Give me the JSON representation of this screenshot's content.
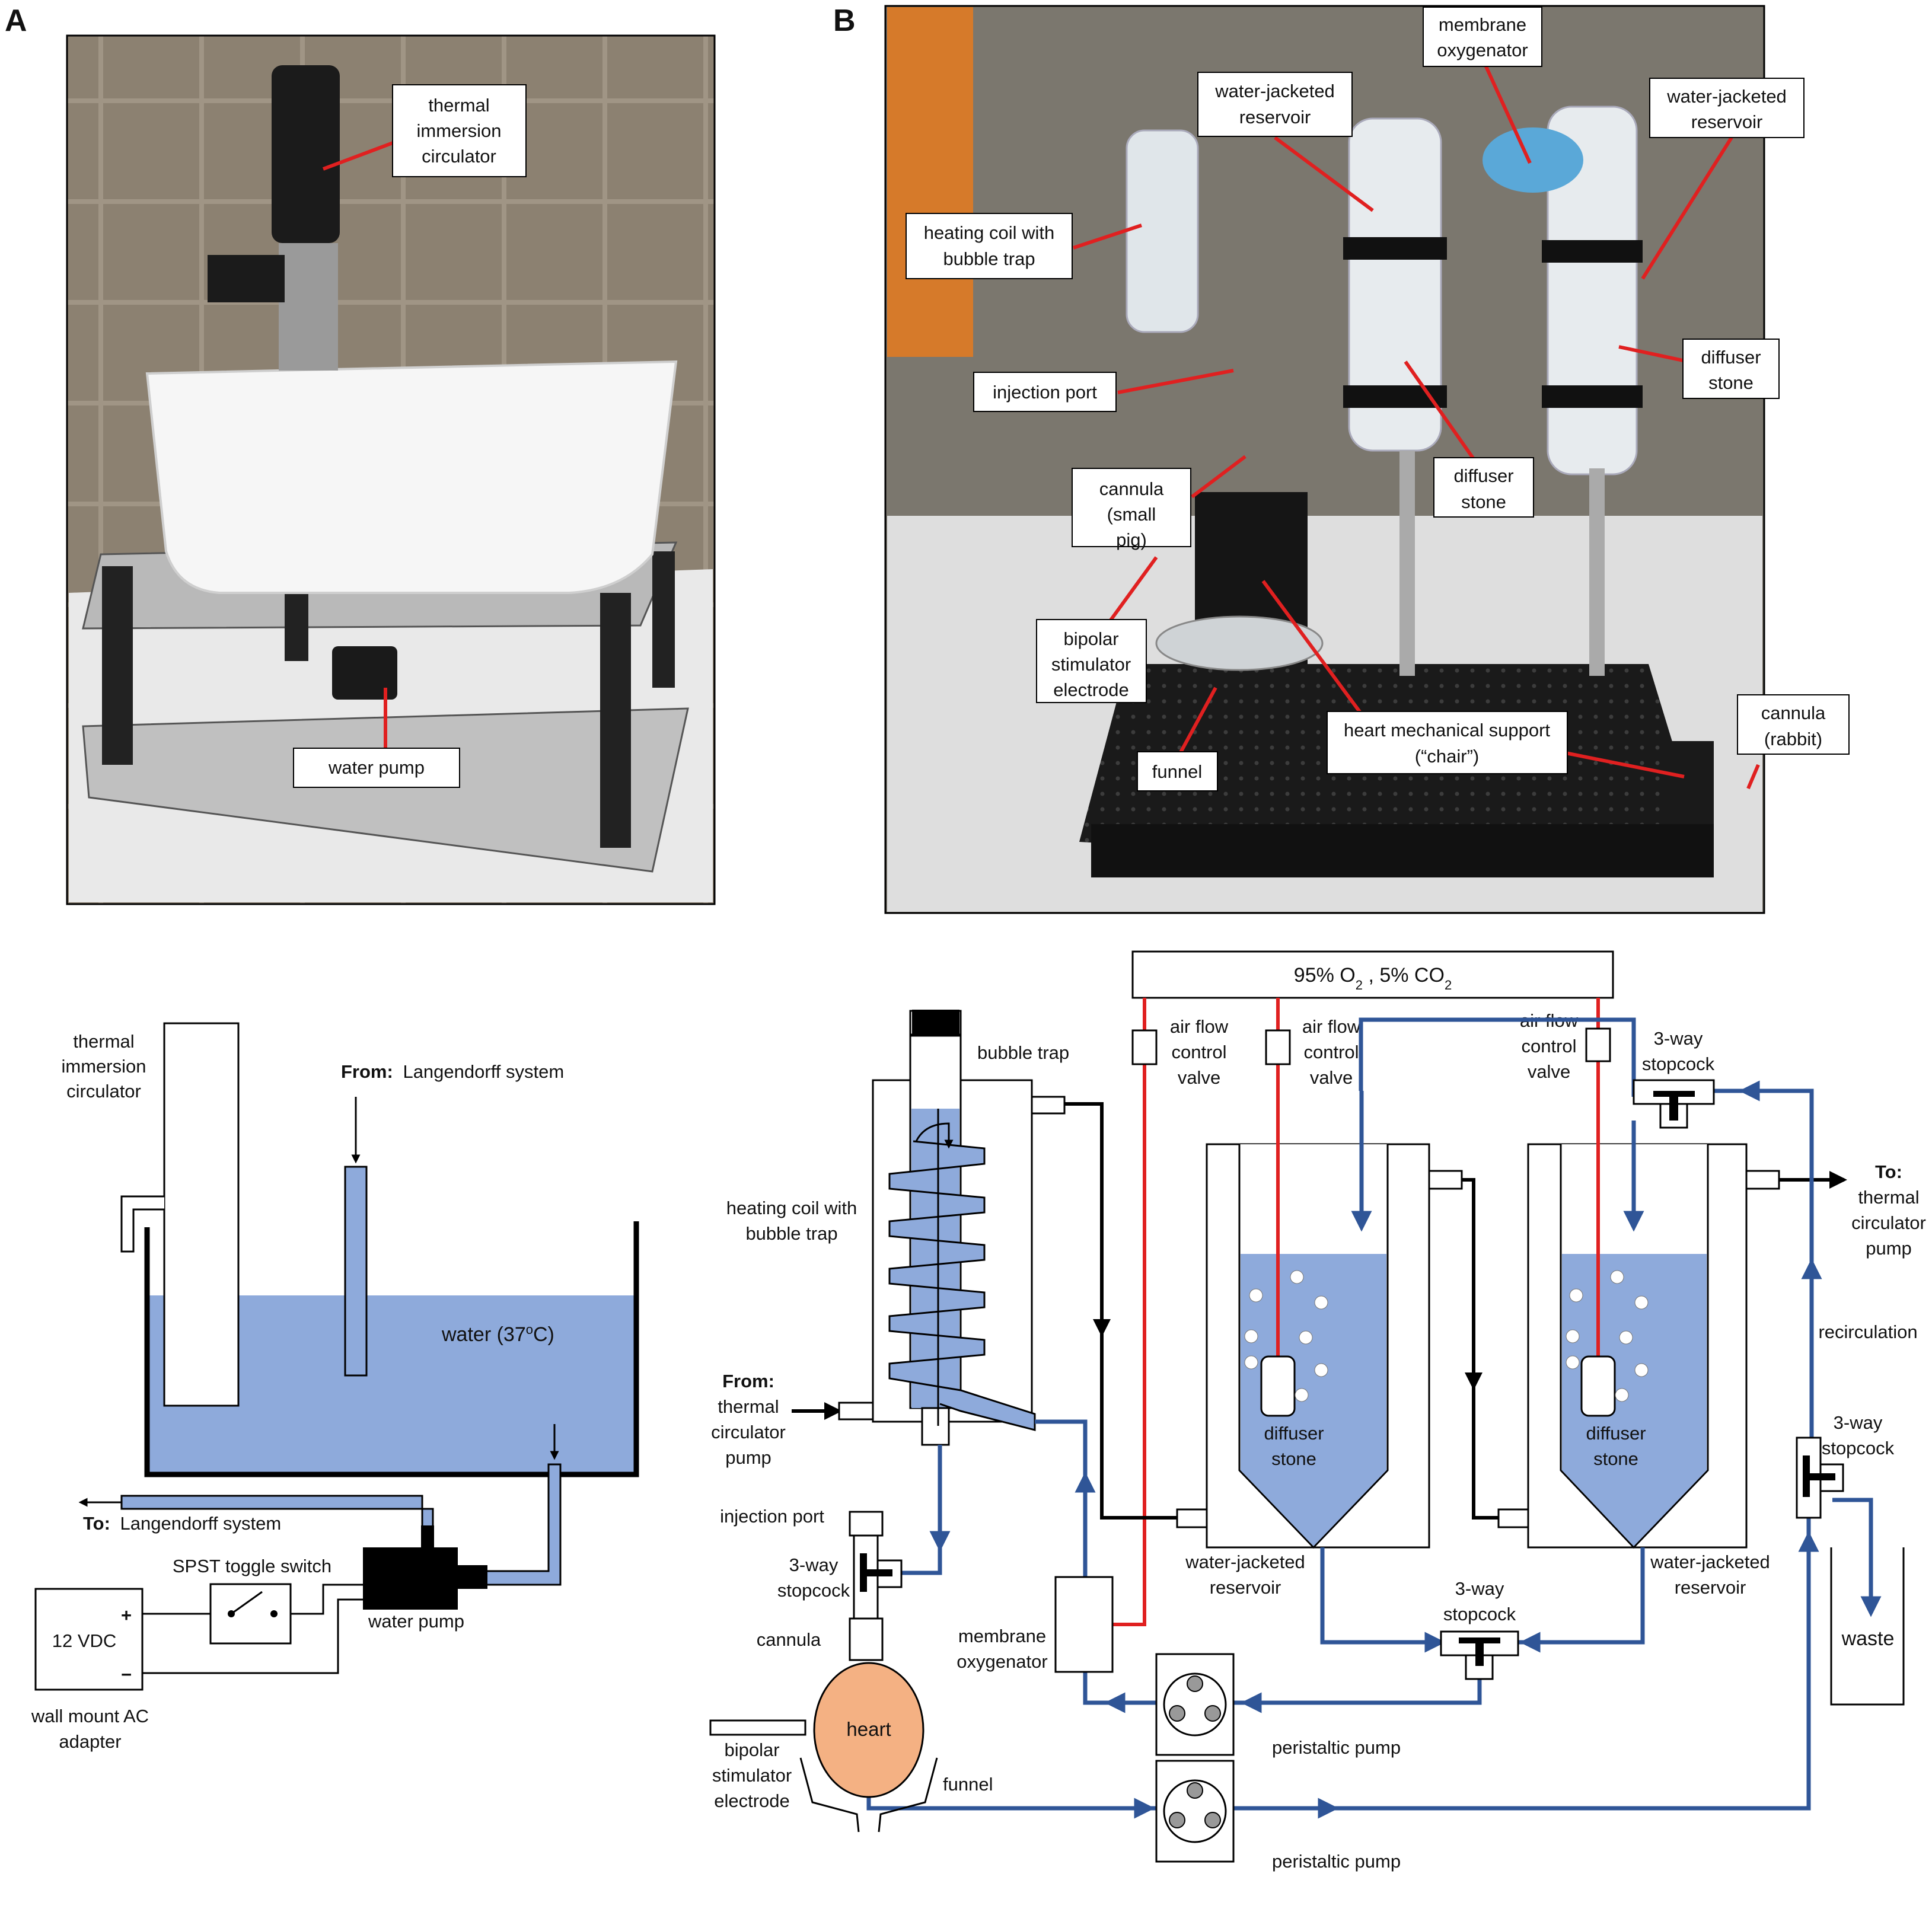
{
  "panel_a": {
    "letter": "A",
    "labels": {
      "thermal_immersion_circulator": [
        "thermal",
        "immersion",
        "circulator"
      ],
      "water_pump": "water pump"
    }
  },
  "panel_b": {
    "letter": "B",
    "labels": {
      "membrane_oxygenator": [
        "membrane",
        "oxygenator"
      ],
      "reservoir_left": [
        "water-jacketed",
        "reservoir"
      ],
      "reservoir_right": [
        "water-jacketed",
        "reservoir"
      ],
      "heating_coil": [
        "heating coil with",
        "bubble trap"
      ],
      "injection_port": "injection port",
      "cannula_small_pig": [
        "cannula",
        "(small",
        "pig)"
      ],
      "diffuser_stone_mid": [
        "diffuser",
        "stone"
      ],
      "diffuser_stone_right": [
        "diffuser",
        "stone"
      ],
      "bipolar_electrode": [
        "bipolar",
        "stimulator",
        "electrode"
      ],
      "funnel": "funnel",
      "heart_support": [
        "heart mechanical support",
        "(“chair”)"
      ],
      "cannula_rabbit": [
        "cannula",
        "(rabbit)"
      ]
    }
  },
  "schematic_c": {
    "thermal_immersion_circulator": [
      "thermal",
      "immersion",
      "circulator"
    ],
    "from_prefix": "From:",
    "from_langendorff": "Langendorff system",
    "water_label": "water (37",
    "water_sup": "o",
    "water_suffix": "C)",
    "to_prefix": "To:",
    "to_langendorff": "Langendorff system",
    "spst": "SPST toggle switch",
    "vdc": "12 VDC",
    "plus": "+",
    "minus": "−",
    "adapter": [
      "wall mount AC",
      "adapter"
    ],
    "water_pump": "water pump"
  },
  "schematic_d": {
    "gas_pre": "95% O",
    "gas_sub1": "2",
    "gas_mid": " , 5% CO",
    "gas_sub2": "2",
    "bubble_trap": "bubble trap",
    "heating_coil": [
      "heating coil with",
      "bubble trap"
    ],
    "from_thermal": [
      "From:",
      "thermal",
      "circulator",
      "pump"
    ],
    "injection_port": "injection port",
    "stopcock_3way_left": [
      "3-way",
      "stopcock"
    ],
    "cannula": "cannula",
    "heart": "heart",
    "bipolar": [
      "bipolar",
      "stimulator",
      "electrode"
    ],
    "funnel": "funnel",
    "air_flow_1": [
      "air flow",
      "control",
      "valve"
    ],
    "air_flow_2": [
      "air flow",
      "control",
      "valve"
    ],
    "air_flow_3": [
      "air flow",
      "control",
      "valve"
    ],
    "stopcock_top": [
      "3-way",
      "stopcock"
    ],
    "to_thermal": [
      "To:",
      "thermal",
      "circulator",
      "pump"
    ],
    "recirculation": "recirculation",
    "stopcock_right": [
      "3-way",
      "stopcock"
    ],
    "waste": "waste",
    "diffuser_1": [
      "diffuser",
      "stone"
    ],
    "diffuser_2": [
      "diffuser",
      "stone"
    ],
    "reservoir_1": [
      "water-jacketed",
      "reservoir"
    ],
    "reservoir_2": [
      "water-jacketed",
      "reservoir"
    ],
    "stopcock_bottom": [
      "3-way",
      "stopcock"
    ],
    "membrane_oxygenator": [
      "membrane",
      "oxygenator"
    ],
    "peristaltic_pump_1": "peristaltic pump",
    "peristaltic_pump_2": "peristaltic pump"
  },
  "colors": {
    "water_fill": "#8eaadb",
    "blue_line": "#2f5597",
    "red_line": "#e02020",
    "heart_fill": "#f4b183",
    "black": "#000000"
  }
}
